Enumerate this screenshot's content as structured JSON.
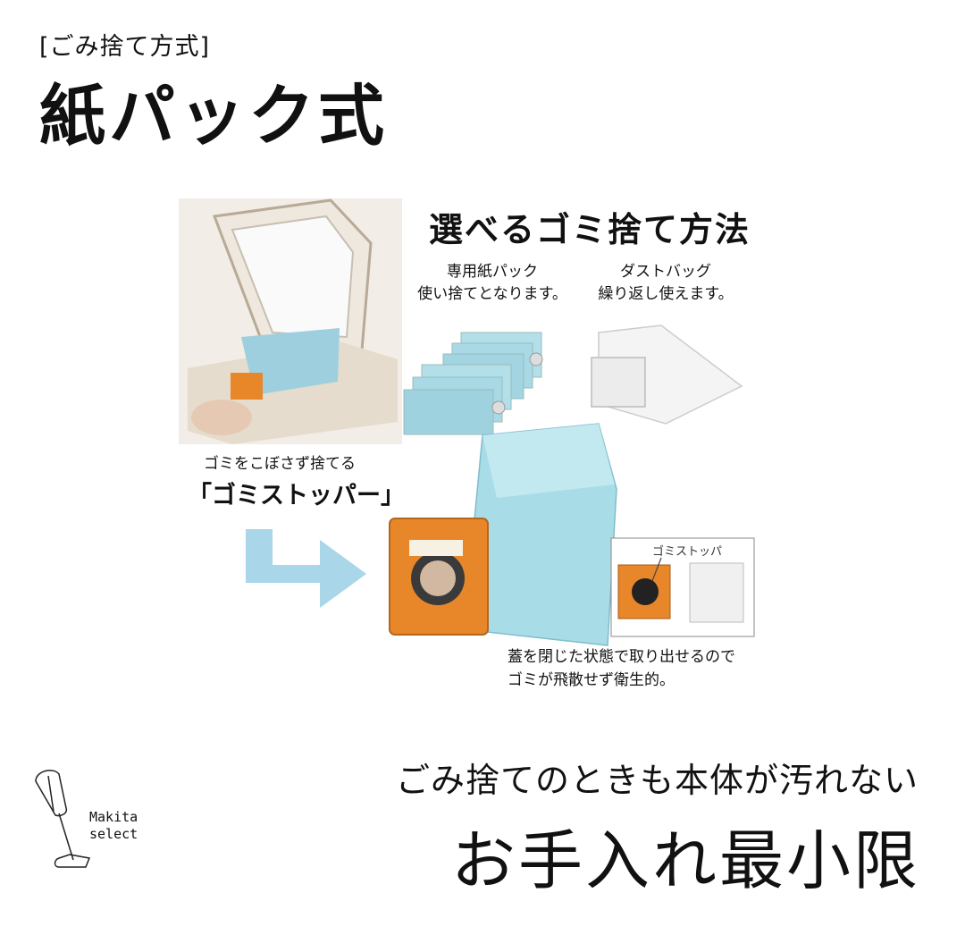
{
  "header": {
    "subtitle": "[ごみ捨て方式]",
    "title": "紙パック式"
  },
  "figure": {
    "heading": "選べるゴミ捨て方法",
    "option_paper": {
      "line1": "専用紙パック",
      "line2": "使い捨てとなります。"
    },
    "option_dust": {
      "line1": "ダストバッグ",
      "line2": "繰り返し使えます。"
    },
    "stopper_sub": "ゴミをこぼさず捨てる",
    "stopper_main": "「ゴミストッパー」",
    "inset_label": "ゴミストッパ",
    "note_line1": "蓋を閉じた状態で取り出せるので",
    "note_line2": "ゴミが飛散せず衛生的。"
  },
  "footer": {
    "logo_line1": "Makita",
    "logo_line2": "select",
    "tagline": "ごみ捨てのときも本体が汚れない",
    "headline": "お手入れ最小限"
  },
  "colors": {
    "bag_blue": "#a8dde8",
    "stopper_orange": "#e8862a",
    "arrow_blue": "#a9d6e8"
  }
}
